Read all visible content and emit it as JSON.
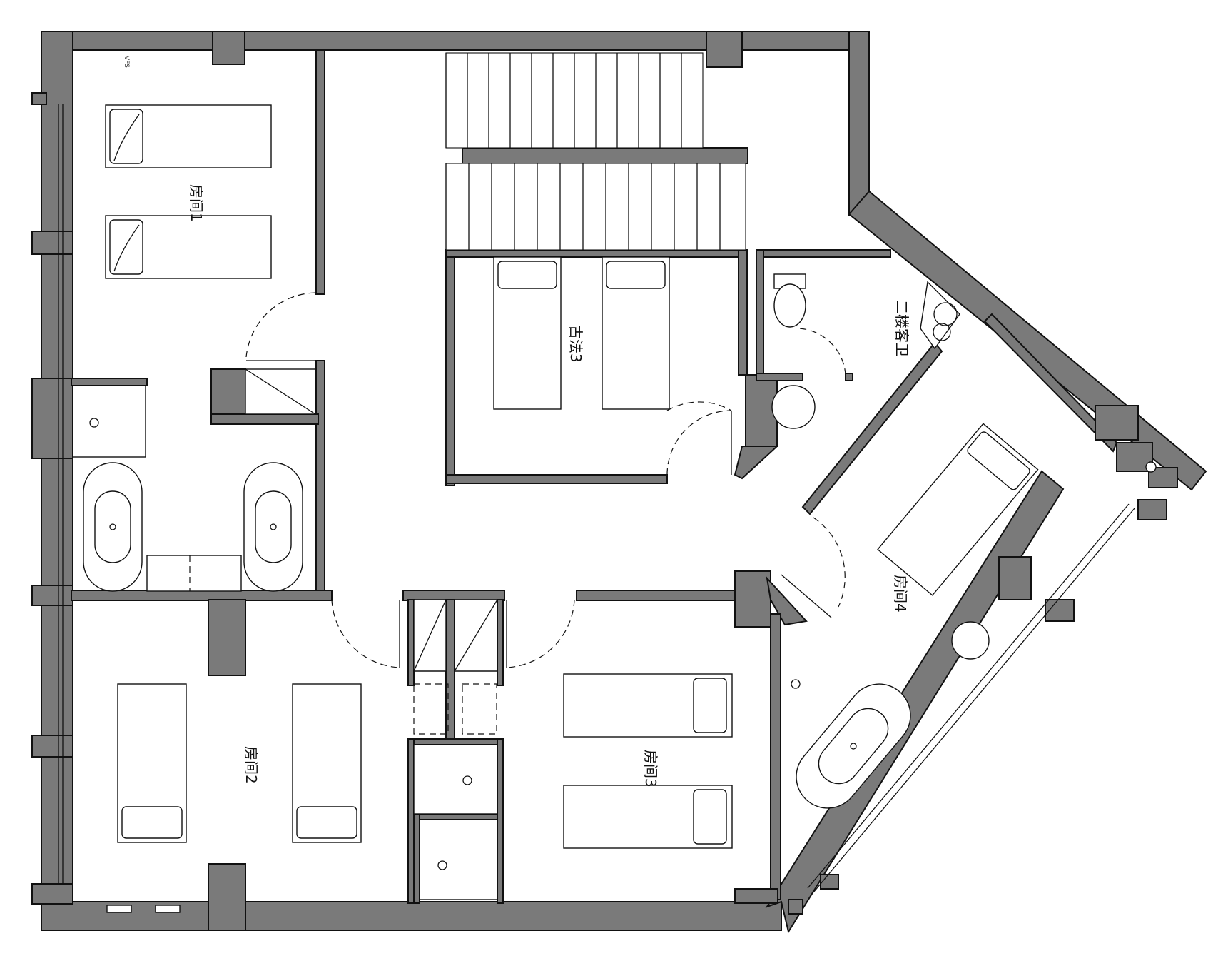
{
  "rooms": {
    "room1": "房间1",
    "room2": "房间2",
    "room3": "房间3",
    "room4": "房间4",
    "room5": "古法3",
    "guest_bath": "二楼客卫"
  },
  "marks": {
    "vfs": "VFS"
  },
  "colors": {
    "wall": "#7a7a7a",
    "line": "#111111",
    "background": "#ffffff"
  }
}
